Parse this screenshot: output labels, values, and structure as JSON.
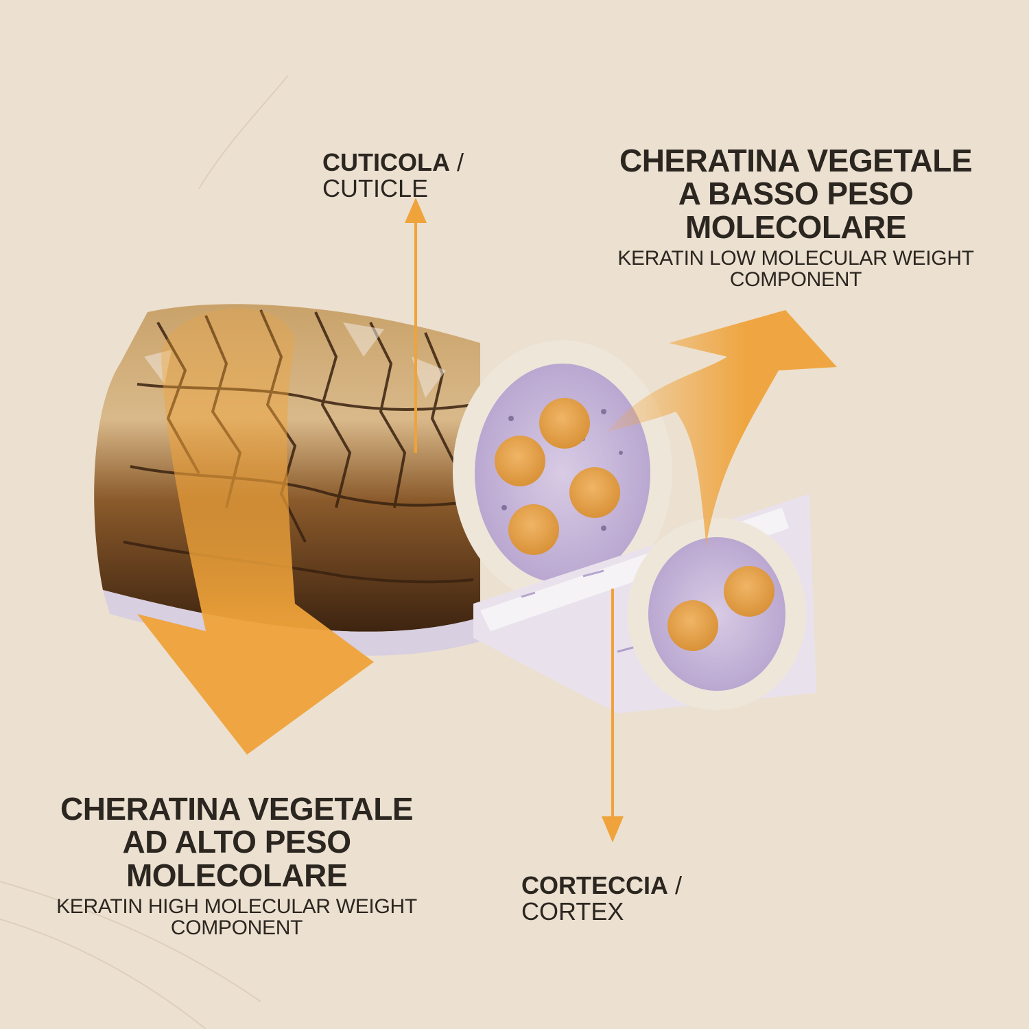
{
  "labels": {
    "cuticle": {
      "bold": "CUTICOLA",
      "sep": " / ",
      "regular": "CUTICLE"
    },
    "cortex": {
      "bold": "CORTECCIA",
      "sep": " / ",
      "regular": "CORTEX"
    },
    "low_weight": {
      "line1": "CHERATINA VEGETALE",
      "line2": "A BASSO PESO MOLECOLARE",
      "subtitle": "KERATIN LOW MOLECULAR WEIGHT COMPONENT"
    },
    "high_weight": {
      "line1": "CHERATINA VEGETALE",
      "line2": "AD ALTO PESO MOLECOLARE",
      "subtitle": "KERATIN HIGH MOLECULAR WEIGHT COMPONENT"
    }
  },
  "colors": {
    "background": "#ece0d0",
    "arrow": "#efa33a",
    "hair_dark": "#5a3618",
    "hair_light": "#d7b07a",
    "cuticle_layer": "#efe6da",
    "cortex_fill": "#c9bad8",
    "fiber": "#e6a450",
    "text": "#2b2620"
  }
}
